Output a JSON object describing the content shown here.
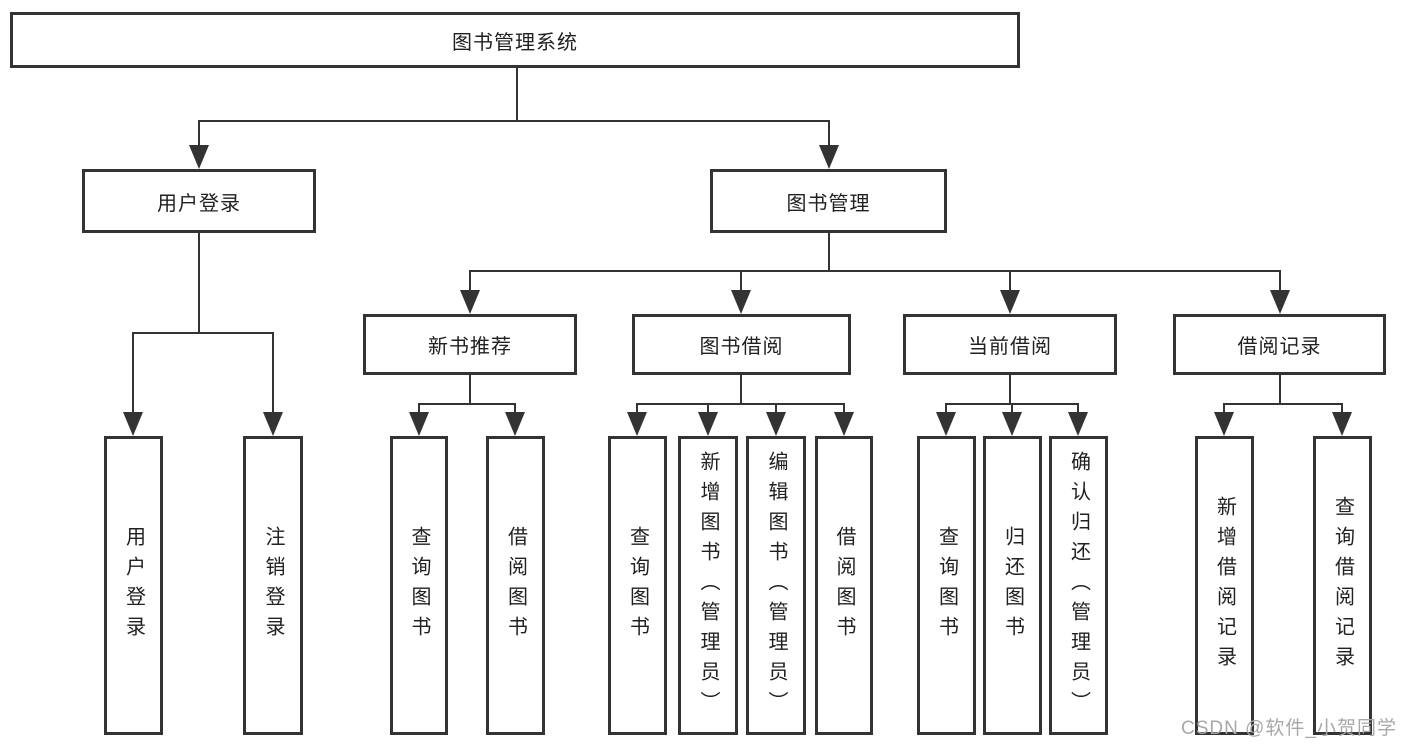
{
  "diagram": {
    "root": {
      "label": "图书管理系统"
    },
    "branches": [
      {
        "label": "用户登录",
        "leaves": [
          {
            "label": "用户登录"
          },
          {
            "label": "注销登录"
          }
        ]
      },
      {
        "label": "图书管理",
        "sections": [
          {
            "label": "新书推荐",
            "leaves": [
              {
                "label": "查询图书"
              },
              {
                "label": "借阅图书"
              }
            ]
          },
          {
            "label": "图书借阅",
            "leaves": [
              {
                "label": "查询图书"
              },
              {
                "label": "新增图书（管理员）"
              },
              {
                "label": "编辑图书（管理员）"
              },
              {
                "label": "借阅图书"
              }
            ]
          },
          {
            "label": "当前借阅",
            "leaves": [
              {
                "label": "查询图书"
              },
              {
                "label": "归还图书"
              },
              {
                "label": "确认归还（管理员）"
              }
            ]
          },
          {
            "label": "借阅记录",
            "leaves": [
              {
                "label": "新增借阅记录"
              },
              {
                "label": "查询借阅记录"
              }
            ]
          }
        ]
      }
    ]
  },
  "watermark": {
    "text": "CSDN @软件_小贺同学"
  },
  "colors": {
    "line": "#333333",
    "box_border": "#333333",
    "text": "#212121",
    "watermark": "#a8a8a8",
    "background": "#ffffff"
  }
}
